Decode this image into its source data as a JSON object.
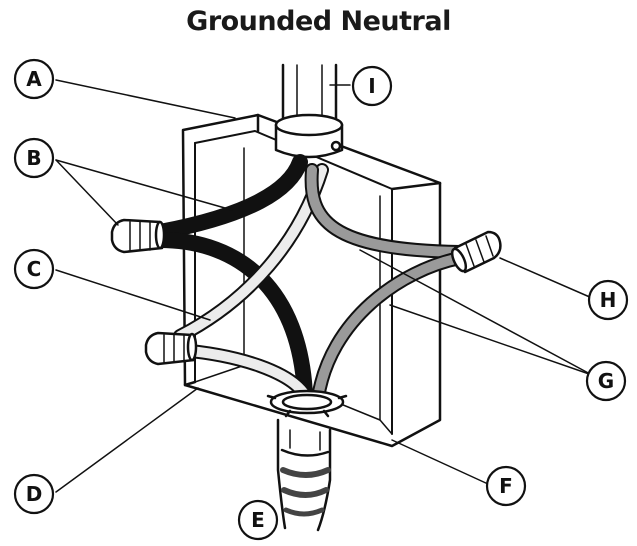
{
  "title": "Grounded Neutral",
  "labels": {
    "a": "A",
    "b": "B",
    "c": "C",
    "d": "D",
    "e": "E",
    "f": "F",
    "g": "G",
    "h": "H",
    "i": "I"
  },
  "colors": {
    "hot_wire": "#1a1a1a",
    "neutral_wire": "#ececec",
    "ground_wire": "#9a9a9a",
    "outline": "#111111"
  }
}
